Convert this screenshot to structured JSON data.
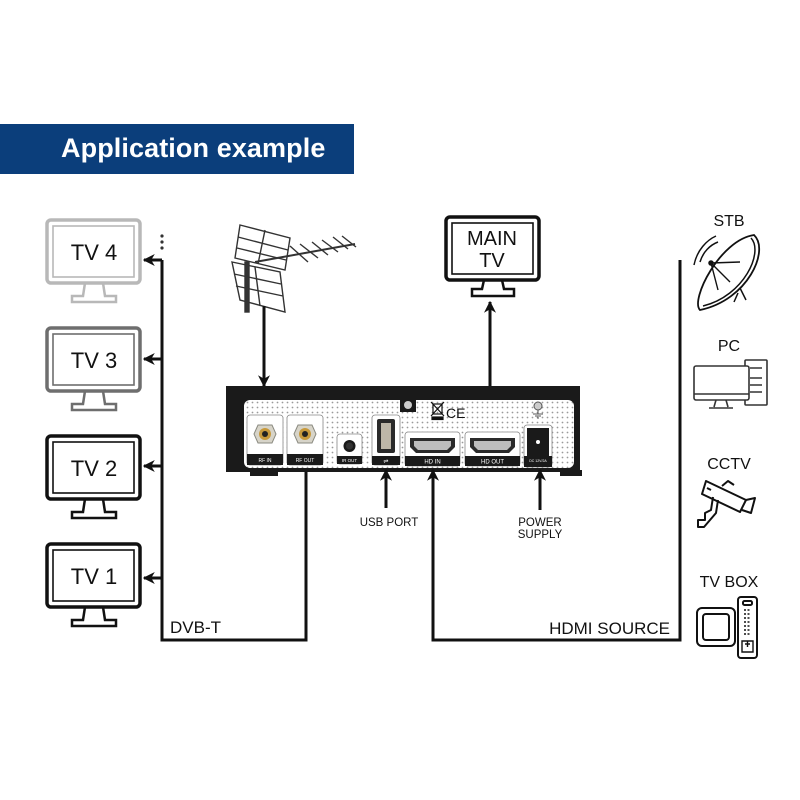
{
  "header": {
    "title": "Application example",
    "background": "#0b3e7b"
  },
  "televisions": [
    {
      "label": "TV 4",
      "color": "#b8b8b8"
    },
    {
      "label": "TV 3",
      "color": "#6e6e6e"
    },
    {
      "label": "TV 2",
      "color": "#111111"
    },
    {
      "label": "TV 1",
      "color": "#111111"
    }
  ],
  "main_tv": {
    "line1": "MAIN",
    "line2": "TV"
  },
  "antenna": {
    "icon": "antenna-icon"
  },
  "device": {
    "ports": [
      {
        "id": "rf-in",
        "label": "RF IN"
      },
      {
        "id": "rf-out",
        "label": "RF OUT"
      },
      {
        "id": "ir-out",
        "label": "IR OUT"
      },
      {
        "id": "usb",
        "label": "USB"
      },
      {
        "id": "hd-in",
        "label": "HD IN"
      },
      {
        "id": "hd-out",
        "label": "HD OUT"
      },
      {
        "id": "dc",
        "label": "DC 12V/2A"
      }
    ],
    "certifications": [
      "weee-icon",
      "ce-mark"
    ]
  },
  "connections": {
    "dvbt_label": "DVB-T",
    "usb_label": "USB PORT",
    "power_label_line1": "POWER",
    "power_label_line2": "SUPPLY",
    "hdmi_source_label": "HDMI SOURCE"
  },
  "sources": [
    {
      "label": "STB",
      "icon": "satellite-dish-icon"
    },
    {
      "label": "PC",
      "icon": "desktop-computer-icon"
    },
    {
      "label": "CCTV",
      "icon": "security-camera-icon"
    },
    {
      "label": "TV BOX",
      "icon": "tv-box-remote-icon"
    }
  ]
}
